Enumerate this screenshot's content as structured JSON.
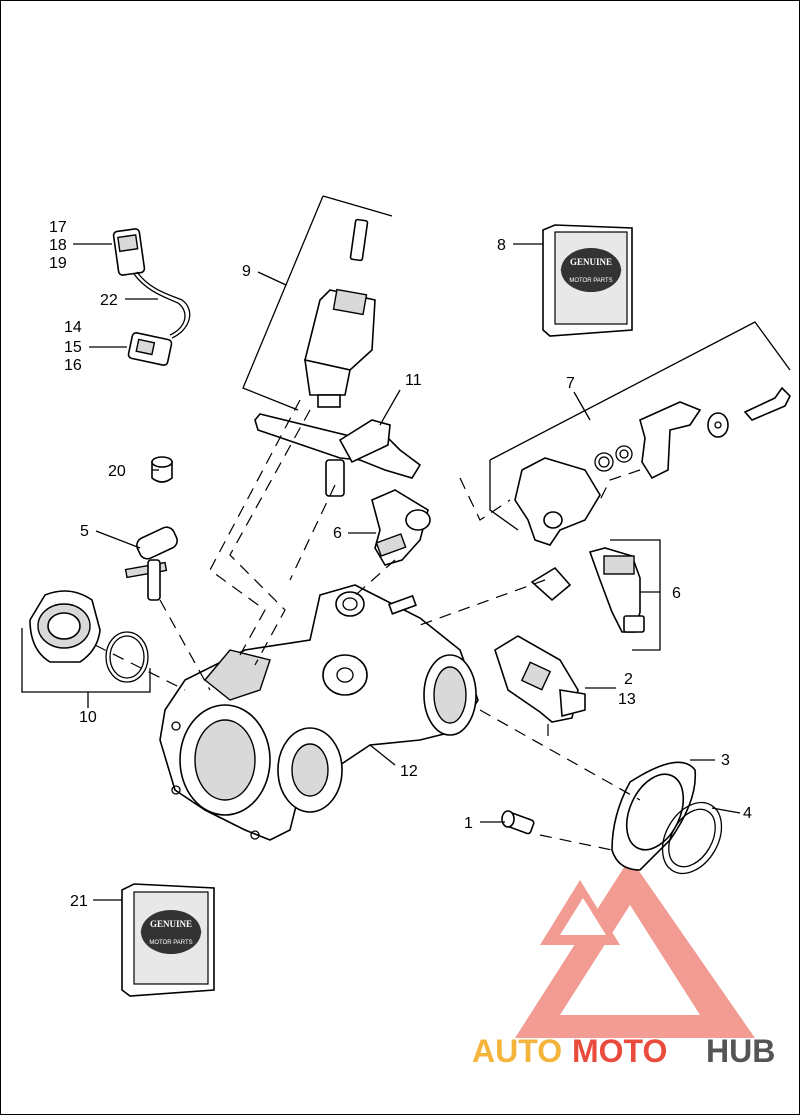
{
  "diagram": {
    "callouts": {
      "c1": "1",
      "c2": "2",
      "c3": "3",
      "c4": "4",
      "c5": "5",
      "c6a": "6",
      "c6b": "6",
      "c7": "7",
      "c8": "8",
      "c9": "9",
      "c10": "10",
      "c11": "11",
      "c12": "12",
      "c13": "13",
      "c14": "14",
      "c15": "15",
      "c16": "16",
      "c17": "17",
      "c18": "18",
      "c19": "19",
      "c20": "20",
      "c21": "21",
      "c22": "22"
    },
    "badge": {
      "top": "GENUINE",
      "bottom": "MOTOR PARTS"
    }
  },
  "watermark": {
    "part1": "AUTO",
    "part2": "MOTO",
    "part3": "HUB",
    "color_part1": "#F5B43C",
    "color_part2": "#E94B3C",
    "color_part3": "#555555",
    "logo_color": "#E94B3C"
  }
}
